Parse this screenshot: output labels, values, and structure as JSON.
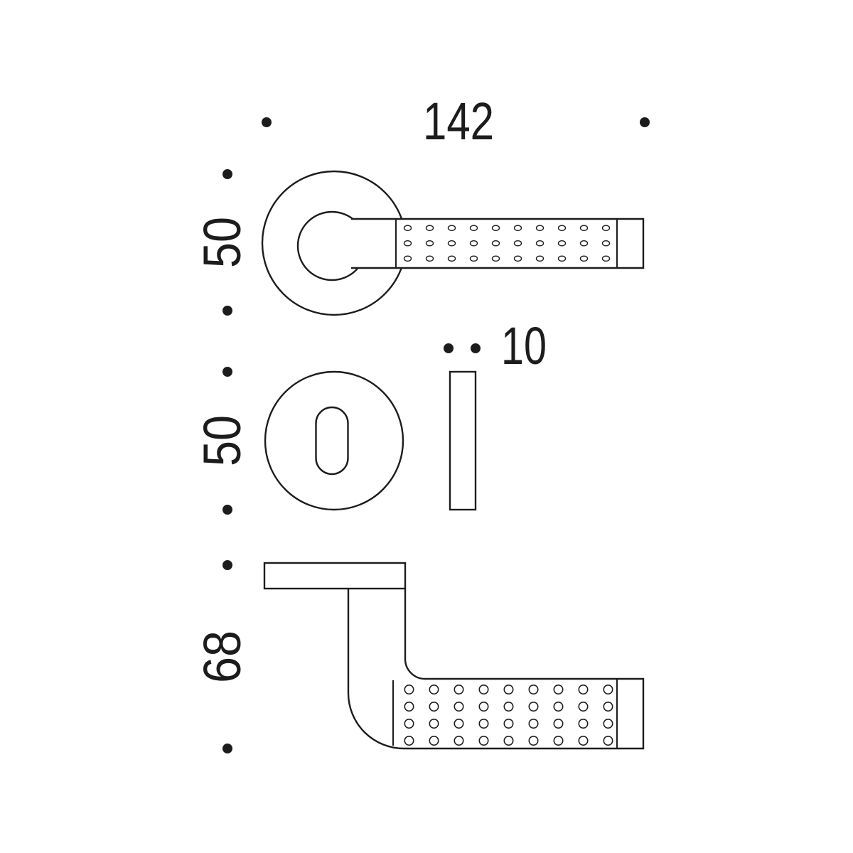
{
  "colors": {
    "line": "#1c1c1c",
    "background": "#ffffff"
  },
  "dimensions": {
    "overall_length": "142",
    "rosette_diameter": "50",
    "escutcheon_diameter": "50",
    "rosette_thickness": "10",
    "handle_projection": "68"
  }
}
